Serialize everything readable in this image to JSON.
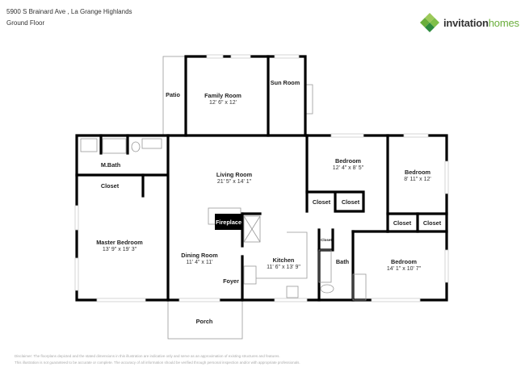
{
  "header": {
    "address": "5900 S Brainard Ave , La Grange Highlands",
    "floor": "Ground Floor"
  },
  "logo": {
    "brand_bold": "invitation",
    "brand_light": "homes",
    "colors": [
      "#6aae3c",
      "#2e8b3e",
      "#9cc95a"
    ]
  },
  "rooms": {
    "patio": {
      "name": "Patio"
    },
    "family_room": {
      "name": "Family Room",
      "dims": "12' 6\" x 12'"
    },
    "sun_room": {
      "name": "Sun Room"
    },
    "m_bath": {
      "name": "M.Bath"
    },
    "master_closet": {
      "name": "Closet"
    },
    "living_room": {
      "name": "Living Room",
      "dims": "21' 5\" x 14' 1\""
    },
    "bedroom_1": {
      "name": "Bedroom",
      "dims": "12' 4\" x 8' 5\""
    },
    "bedroom_2": {
      "name": "Bedroom",
      "dims": "8' 11\" x 12'"
    },
    "closet_1": {
      "name": "Closet"
    },
    "closet_2": {
      "name": "Closet"
    },
    "closet_3": {
      "name": "Closet"
    },
    "closet_4": {
      "name": "Closet"
    },
    "closet_small": {
      "name": "Closet"
    },
    "bath": {
      "name": "Bath"
    },
    "bedroom_3": {
      "name": "Bedroom",
      "dims": "14' 1\" x 10' 7\""
    },
    "master_bedroom": {
      "name": "Master Bedroom",
      "dims": "13' 9\" x 19' 3\""
    },
    "dining_room": {
      "name": "Dining Room",
      "dims": "11' 4\" x 11'"
    },
    "kitchen": {
      "name": "Kitchen",
      "dims": "11' 6\" x 13' 9\""
    },
    "foyer": {
      "name": "Foyer"
    },
    "fireplace": {
      "name": "Fireplace"
    },
    "porch": {
      "name": "Porch"
    }
  },
  "disclaimer": {
    "line1": "Disclaimer: The floorplans depicted and the stated dimensions in this illustration are indicative only and serve as an approximation of existing structures and features.",
    "line2": "This illustration is not guaranteed to be accurate or complete. The accuracy of all information should be verified through personal inspection and/or with appropriate professionals."
  }
}
